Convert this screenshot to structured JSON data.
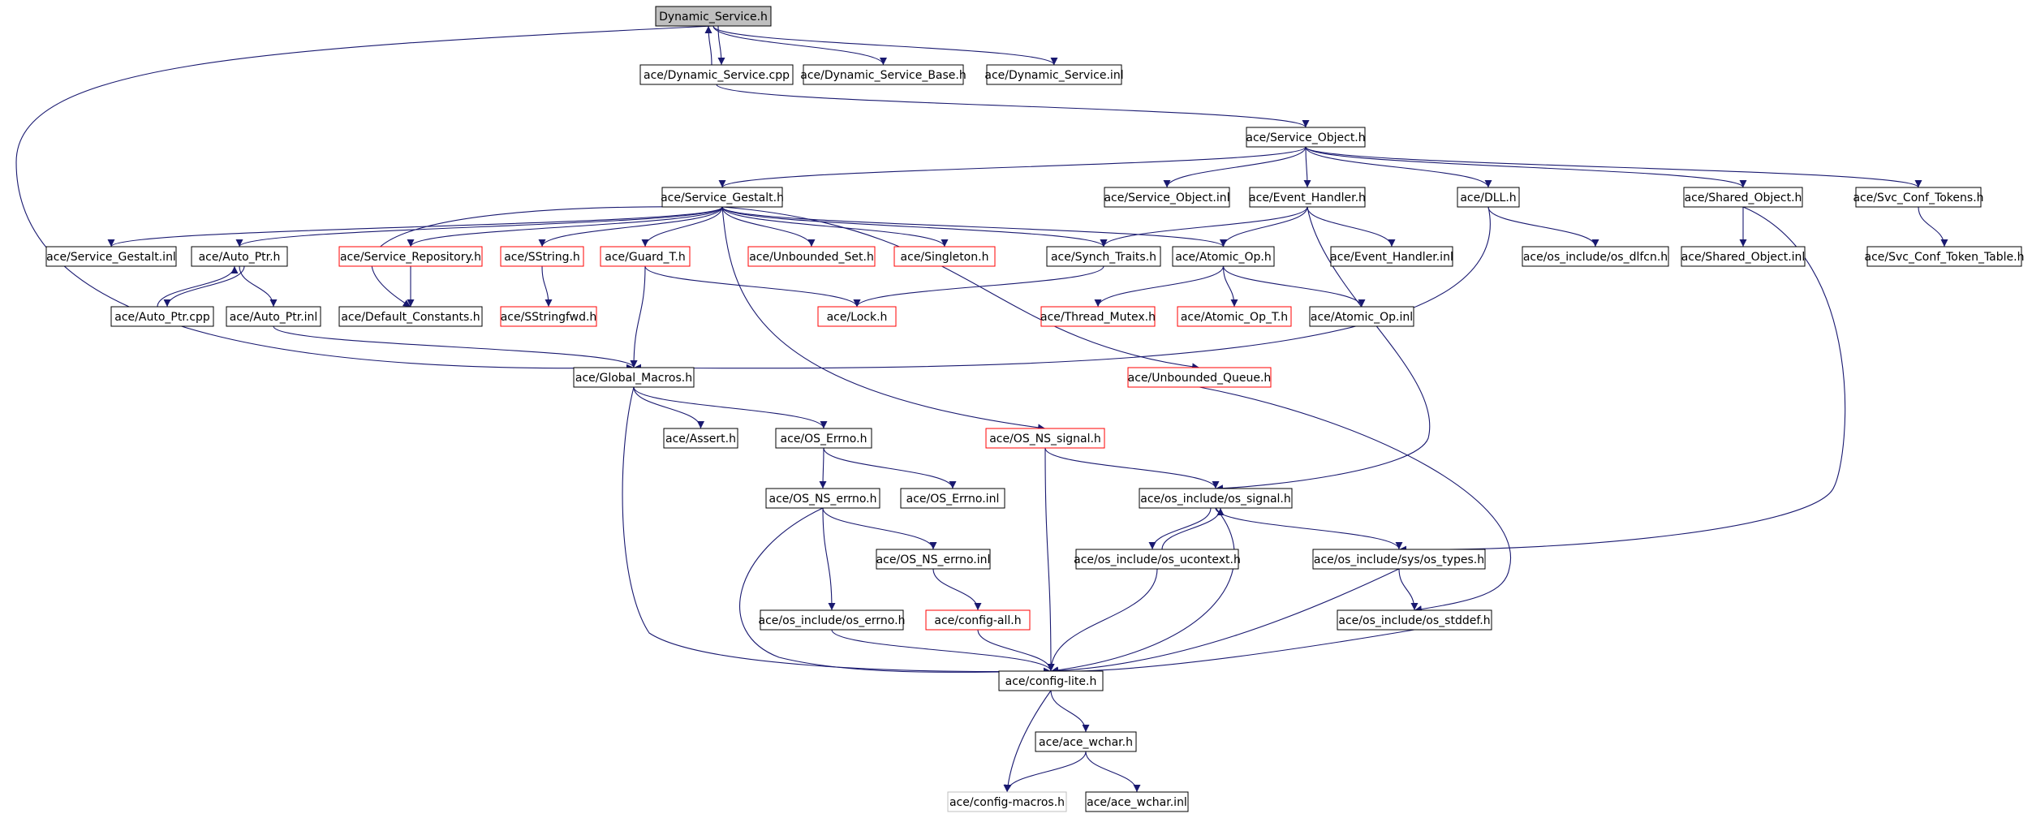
{
  "colors": {
    "edge": "#191970",
    "node_border_normal": "#000000",
    "node_border_truncated": "#ff0000",
    "node_border_undocumented": "#bfbfbf",
    "node_fill_root": "#bfbfbf",
    "node_fill": "#ffffff"
  },
  "nodes": [
    {
      "id": "dynamic_service_h",
      "label": "Dynamic_Service.h",
      "kind": "root"
    },
    {
      "id": "dynamic_service_cpp",
      "label": "ace/Dynamic_Service.cpp",
      "kind": "normal"
    },
    {
      "id": "dynamic_service_base_h",
      "label": "ace/Dynamic_Service_Base.h",
      "kind": "normal"
    },
    {
      "id": "dynamic_service_inl",
      "label": "ace/Dynamic_Service.inl",
      "kind": "normal"
    },
    {
      "id": "service_object_h",
      "label": "ace/Service_Object.h",
      "kind": "normal"
    },
    {
      "id": "service_gestalt_h",
      "label": "ace/Service_Gestalt.h",
      "kind": "normal"
    },
    {
      "id": "service_object_inl",
      "label": "ace/Service_Object.inl",
      "kind": "normal"
    },
    {
      "id": "event_handler_h",
      "label": "ace/Event_Handler.h",
      "kind": "normal"
    },
    {
      "id": "dll_h",
      "label": "ace/DLL.h",
      "kind": "normal"
    },
    {
      "id": "shared_object_h",
      "label": "ace/Shared_Object.h",
      "kind": "normal"
    },
    {
      "id": "svc_conf_tokens_h",
      "label": "ace/Svc_Conf_Tokens.h",
      "kind": "normal"
    },
    {
      "id": "service_gestalt_inl",
      "label": "ace/Service_Gestalt.inl",
      "kind": "normal"
    },
    {
      "id": "auto_ptr_h",
      "label": "ace/Auto_Ptr.h",
      "kind": "normal"
    },
    {
      "id": "service_repository_h",
      "label": "ace/Service_Repository.h",
      "kind": "truncated"
    },
    {
      "id": "sstring_h",
      "label": "ace/SString.h",
      "kind": "truncated"
    },
    {
      "id": "guard_t_h",
      "label": "ace/Guard_T.h",
      "kind": "truncated"
    },
    {
      "id": "unbounded_set_h",
      "label": "ace/Unbounded_Set.h",
      "kind": "truncated"
    },
    {
      "id": "singleton_h",
      "label": "ace/Singleton.h",
      "kind": "truncated"
    },
    {
      "id": "synch_traits_h",
      "label": "ace/Synch_Traits.h",
      "kind": "normal"
    },
    {
      "id": "atomic_op_h",
      "label": "ace/Atomic_Op.h",
      "kind": "normal"
    },
    {
      "id": "event_handler_inl",
      "label": "ace/Event_Handler.inl",
      "kind": "normal"
    },
    {
      "id": "os_dlfcn_h",
      "label": "ace/os_include/os_dlfcn.h",
      "kind": "normal"
    },
    {
      "id": "shared_object_inl",
      "label": "ace/Shared_Object.inl",
      "kind": "normal"
    },
    {
      "id": "svc_conf_token_table_h",
      "label": "ace/Svc_Conf_Token_Table.h",
      "kind": "normal"
    },
    {
      "id": "auto_ptr_cpp",
      "label": "ace/Auto_Ptr.cpp",
      "kind": "normal"
    },
    {
      "id": "auto_ptr_inl",
      "label": "ace/Auto_Ptr.inl",
      "kind": "normal"
    },
    {
      "id": "default_constants_h",
      "label": "ace/Default_Constants.h",
      "kind": "normal"
    },
    {
      "id": "sstringfwd_h",
      "label": "ace/SStringfwd.h",
      "kind": "truncated"
    },
    {
      "id": "lock_h",
      "label": "ace/Lock.h",
      "kind": "truncated"
    },
    {
      "id": "thread_mutex_h",
      "label": "ace/Thread_Mutex.h",
      "kind": "truncated"
    },
    {
      "id": "atomic_op_t_h",
      "label": "ace/Atomic_Op_T.h",
      "kind": "truncated"
    },
    {
      "id": "atomic_op_inl",
      "label": "ace/Atomic_Op.inl",
      "kind": "normal"
    },
    {
      "id": "global_macros_h",
      "label": "ace/Global_Macros.h",
      "kind": "normal"
    },
    {
      "id": "unbounded_queue_h",
      "label": "ace/Unbounded_Queue.h",
      "kind": "truncated"
    },
    {
      "id": "assert_h",
      "label": "ace/Assert.h",
      "kind": "normal"
    },
    {
      "id": "os_errno_h",
      "label": "ace/OS_Errno.h",
      "kind": "normal"
    },
    {
      "id": "os_ns_signal_h",
      "label": "ace/OS_NS_signal.h",
      "kind": "truncated"
    },
    {
      "id": "os_ns_errno_h",
      "label": "ace/OS_NS_errno.h",
      "kind": "normal"
    },
    {
      "id": "os_errno_inl",
      "label": "ace/OS_Errno.inl",
      "kind": "normal"
    },
    {
      "id": "os_signal_h",
      "label": "ace/os_include/os_signal.h",
      "kind": "normal"
    },
    {
      "id": "os_ns_errno_inl",
      "label": "ace/OS_NS_errno.inl",
      "kind": "normal"
    },
    {
      "id": "os_ucontext_h",
      "label": "ace/os_include/os_ucontext.h",
      "kind": "normal"
    },
    {
      "id": "sys_os_types_h",
      "label": "ace/os_include/sys/os_types.h",
      "kind": "normal"
    },
    {
      "id": "os_errno_h_inc",
      "label": "ace/os_include/os_errno.h",
      "kind": "normal"
    },
    {
      "id": "config_all_h",
      "label": "ace/config-all.h",
      "kind": "truncated"
    },
    {
      "id": "os_stddef_h",
      "label": "ace/os_include/os_stddef.h",
      "kind": "normal"
    },
    {
      "id": "config_lite_h",
      "label": "ace/config-lite.h",
      "kind": "normal"
    },
    {
      "id": "ace_wchar_h",
      "label": "ace/ace_wchar.h",
      "kind": "normal"
    },
    {
      "id": "config_macros_h",
      "label": "ace/config-macros.h",
      "kind": "undocumented"
    },
    {
      "id": "ace_wchar_inl",
      "label": "ace/ace_wchar.inl",
      "kind": "normal"
    }
  ],
  "edges": [
    [
      "dynamic_service_h",
      "dynamic_service_cpp"
    ],
    [
      "dynamic_service_cpp",
      "dynamic_service_h"
    ],
    [
      "dynamic_service_h",
      "dynamic_service_base_h"
    ],
    [
      "dynamic_service_h",
      "dynamic_service_inl"
    ],
    [
      "dynamic_service_h",
      "global_macros_h"
    ],
    [
      "dynamic_service_cpp",
      "service_object_h"
    ],
    [
      "service_object_h",
      "service_gestalt_h"
    ],
    [
      "service_object_h",
      "service_object_inl"
    ],
    [
      "service_object_h",
      "event_handler_h"
    ],
    [
      "service_object_h",
      "dll_h"
    ],
    [
      "service_object_h",
      "shared_object_h"
    ],
    [
      "service_object_h",
      "svc_conf_tokens_h"
    ],
    [
      "service_gestalt_h",
      "service_gestalt_inl"
    ],
    [
      "service_gestalt_h",
      "auto_ptr_h"
    ],
    [
      "service_gestalt_h",
      "default_constants_h"
    ],
    [
      "service_gestalt_h",
      "service_repository_h"
    ],
    [
      "service_gestalt_h",
      "sstring_h"
    ],
    [
      "service_gestalt_h",
      "guard_t_h"
    ],
    [
      "service_gestalt_h",
      "unbounded_set_h"
    ],
    [
      "service_gestalt_h",
      "singleton_h"
    ],
    [
      "service_gestalt_h",
      "synch_traits_h"
    ],
    [
      "service_gestalt_h",
      "atomic_op_h"
    ],
    [
      "service_gestalt_h",
      "unbounded_queue_h"
    ],
    [
      "service_gestalt_h",
      "os_ns_signal_h"
    ],
    [
      "event_handler_h",
      "synch_traits_h"
    ],
    [
      "event_handler_h",
      "atomic_op_h"
    ],
    [
      "event_handler_h",
      "event_handler_inl"
    ],
    [
      "event_handler_h",
      "os_signal_h"
    ],
    [
      "dll_h",
      "os_dlfcn_h"
    ],
    [
      "dll_h",
      "global_macros_h"
    ],
    [
      "shared_object_h",
      "shared_object_inl"
    ],
    [
      "shared_object_h",
      "sys_os_types_h"
    ],
    [
      "svc_conf_tokens_h",
      "svc_conf_token_table_h"
    ],
    [
      "auto_ptr_h",
      "auto_ptr_cpp"
    ],
    [
      "auto_ptr_cpp",
      "auto_ptr_h"
    ],
    [
      "auto_ptr_h",
      "auto_ptr_inl"
    ],
    [
      "auto_ptr_inl",
      "global_macros_h"
    ],
    [
      "service_repository_h",
      "default_constants_h"
    ],
    [
      "sstring_h",
      "sstringfwd_h"
    ],
    [
      "guard_t_h",
      "lock_h"
    ],
    [
      "guard_t_h",
      "global_macros_h"
    ],
    [
      "synch_traits_h",
      "lock_h"
    ],
    [
      "atomic_op_h",
      "thread_mutex_h"
    ],
    [
      "atomic_op_h",
      "atomic_op_t_h"
    ],
    [
      "atomic_op_h",
      "atomic_op_inl"
    ],
    [
      "global_macros_h",
      "assert_h"
    ],
    [
      "global_macros_h",
      "os_errno_h"
    ],
    [
      "global_macros_h",
      "config_lite_h"
    ],
    [
      "unbounded_queue_h",
      "os_stddef_h"
    ],
    [
      "os_errno_h",
      "os_ns_errno_h"
    ],
    [
      "os_errno_h",
      "os_errno_inl"
    ],
    [
      "os_ns_signal_h",
      "os_signal_h"
    ],
    [
      "os_ns_signal_h",
      "config_lite_h"
    ],
    [
      "os_ns_errno_h",
      "os_ns_errno_inl"
    ],
    [
      "os_ns_errno_h",
      "os_errno_h_inc"
    ],
    [
      "os_ns_errno_h",
      "config_lite_h"
    ],
    [
      "os_signal_h",
      "os_ucontext_h"
    ],
    [
      "os_ucontext_h",
      "os_signal_h"
    ],
    [
      "os_signal_h",
      "sys_os_types_h"
    ],
    [
      "os_signal_h",
      "config_lite_h"
    ],
    [
      "os_ns_errno_inl",
      "config_all_h"
    ],
    [
      "config_all_h",
      "config_lite_h"
    ],
    [
      "os_errno_h_inc",
      "config_lite_h"
    ],
    [
      "os_ucontext_h",
      "config_lite_h"
    ],
    [
      "sys_os_types_h",
      "os_stddef_h"
    ],
    [
      "sys_os_types_h",
      "config_lite_h"
    ],
    [
      "os_stddef_h",
      "config_lite_h"
    ],
    [
      "config_lite_h",
      "ace_wchar_h"
    ],
    [
      "config_lite_h",
      "config_macros_h"
    ],
    [
      "ace_wchar_h",
      "config_macros_h"
    ],
    [
      "ace_wchar_h",
      "ace_wchar_inl"
    ]
  ]
}
